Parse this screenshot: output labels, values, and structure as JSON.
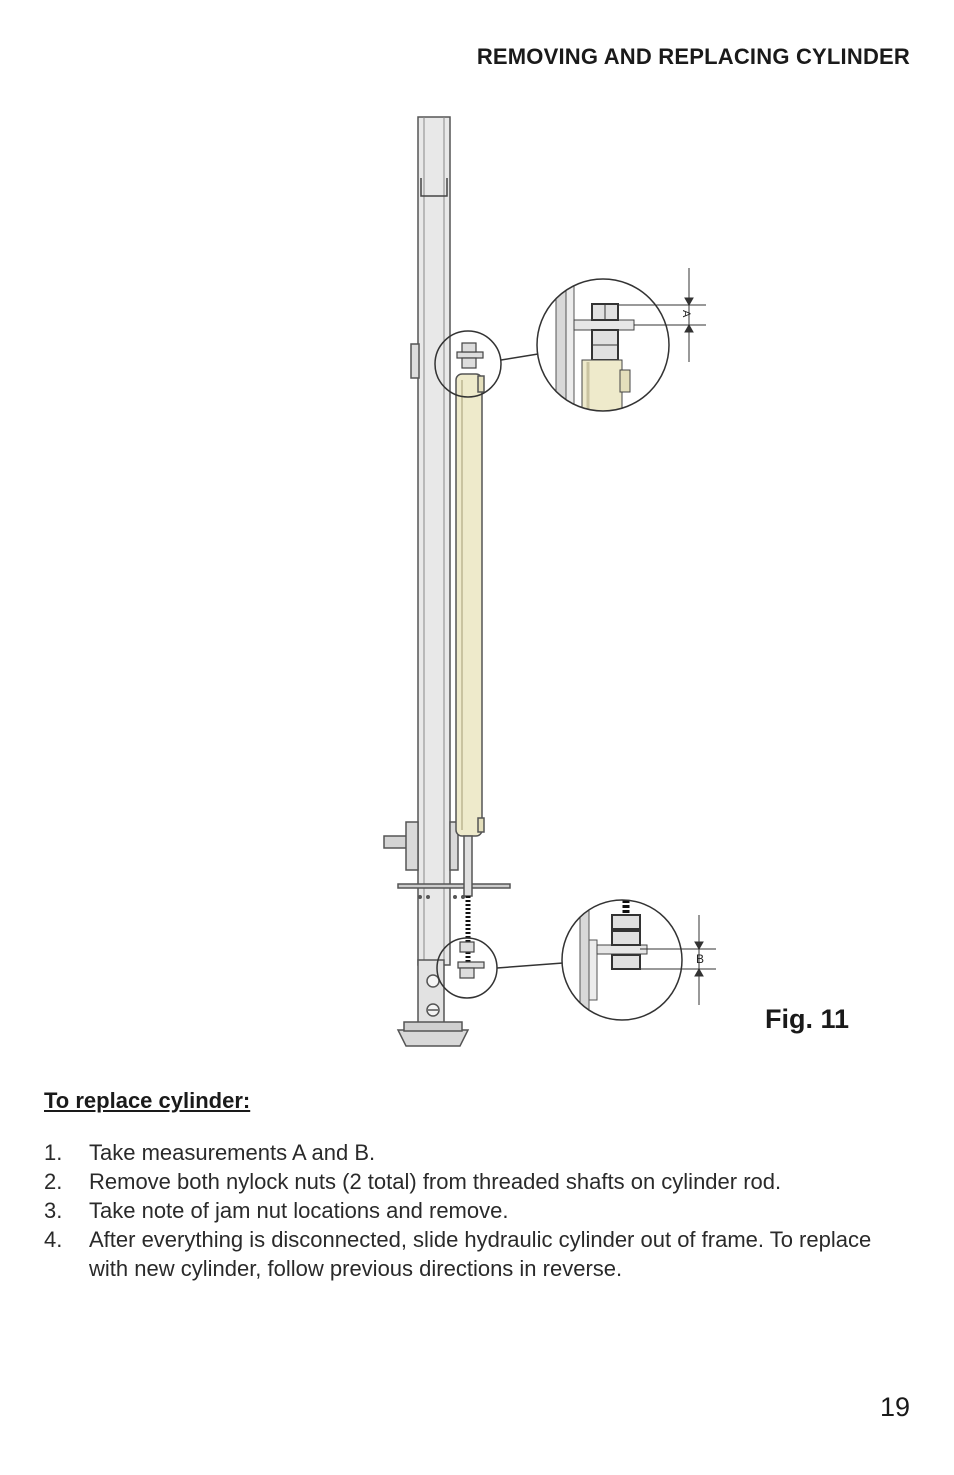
{
  "header": {
    "title": "REMOVING AND REPLACING CYLINDER"
  },
  "figure": {
    "label": "Fig. 11",
    "callouts": {
      "top": "A",
      "bottom": "B"
    }
  },
  "section": {
    "heading": "To replace cylinder:"
  },
  "steps": [
    {
      "num": "1.",
      "text": "Take measurements A and B."
    },
    {
      "num": "2.",
      "text": "Remove both nylock nuts (2 total) from threaded shafts on cylinder rod."
    },
    {
      "num": "3.",
      "text": "Take note of jam nut locations and remove."
    },
    {
      "num": "4.",
      "text": "After everything is disconnected, slide hydraulic cylinder out of frame.  To replace with new cylinder, follow previous directions in reverse."
    }
  ],
  "page": {
    "number": "19"
  },
  "colors": {
    "cylinder": "#eeeacb",
    "frame": "#e6e6e6",
    "outline": "#555555"
  }
}
